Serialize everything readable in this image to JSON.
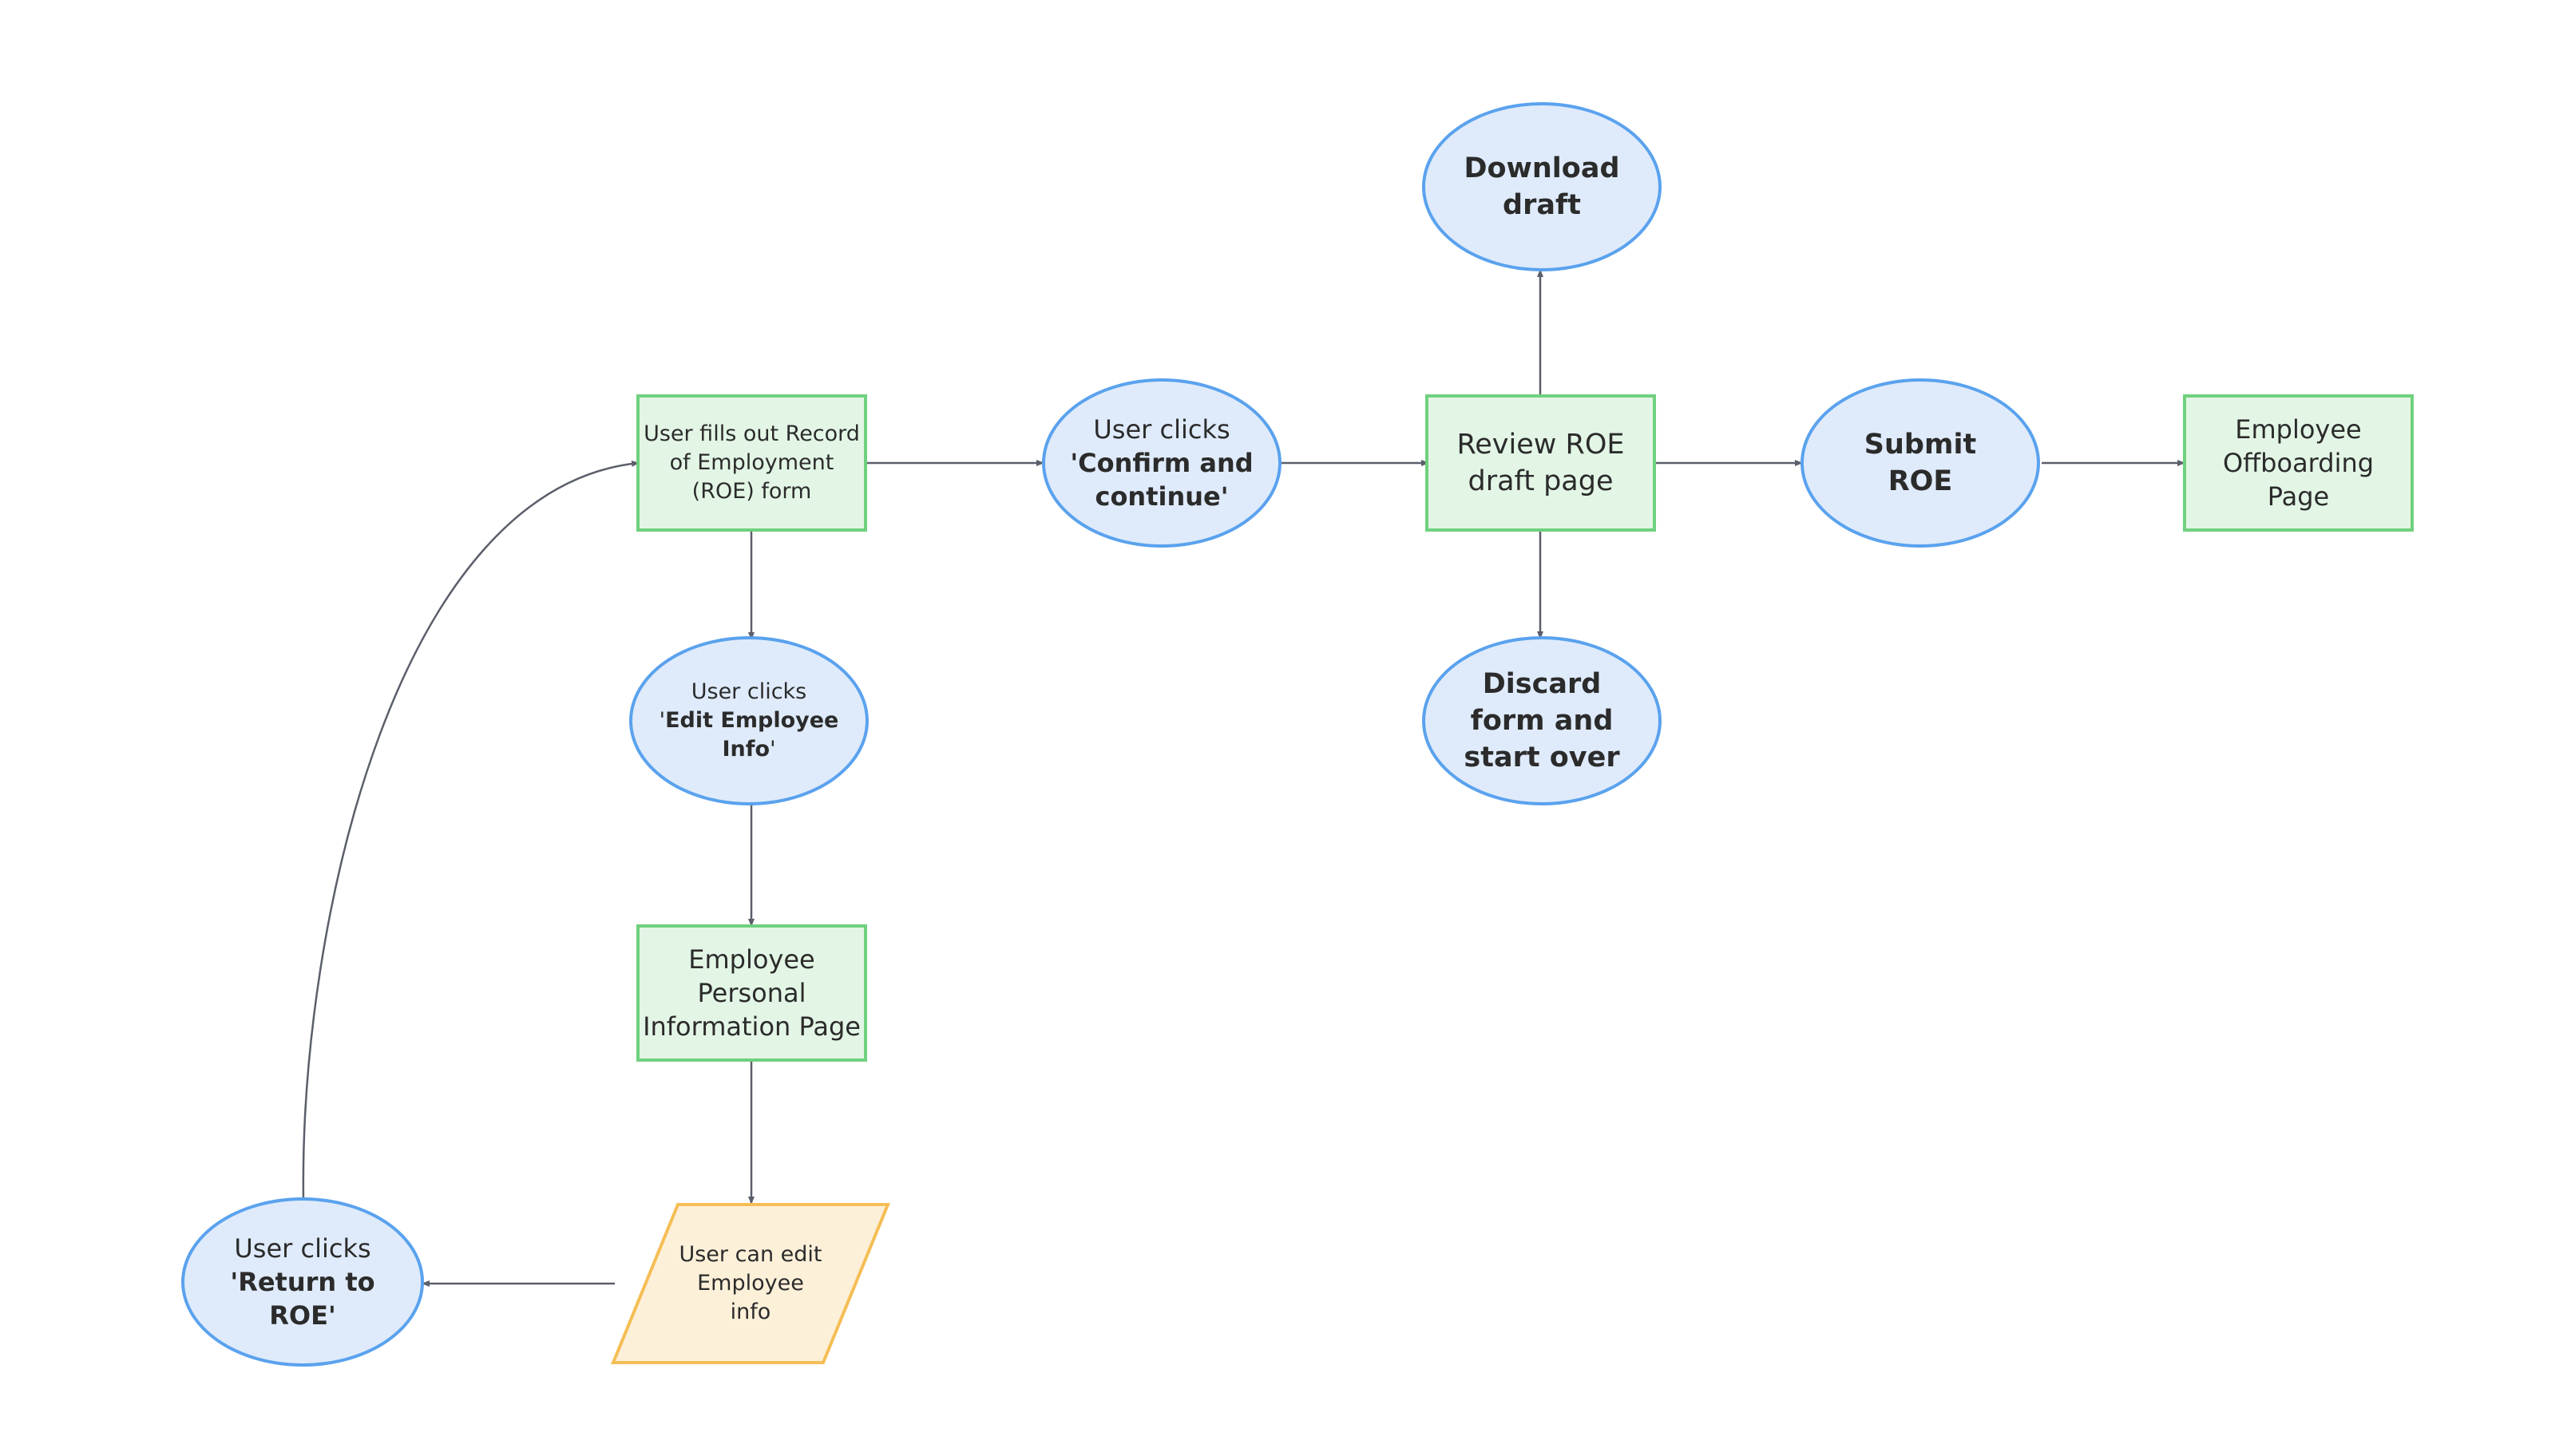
{
  "colors": {
    "rect_fill": "#e3f6e6",
    "rect_border": "#6fd17e",
    "ellipse_fill": "#dfebfb",
    "ellipse_border": "#5aa2ee",
    "parallelogram_fill": "#fdf0d9",
    "parallelogram_border": "#f5be55",
    "connector": "#5b5f6b"
  },
  "nodes": {
    "roe_form": {
      "lines": [
        "User fills out Record",
        "of Employment",
        "(ROE) form"
      ]
    },
    "confirm_continue": {
      "prefix": "User clicks",
      "bold_line1": "'Confirm and",
      "bold_line2": "continue'"
    },
    "review_draft": {
      "lines": [
        "Review ROE",
        "draft page"
      ]
    },
    "download_draft": {
      "lines": [
        "Download",
        "draft"
      ]
    },
    "submit_roe": {
      "lines": [
        "Submit",
        "ROE"
      ]
    },
    "offboarding_page": {
      "lines": [
        "Employee",
        "Offboarding",
        "Page"
      ]
    },
    "discard_form": {
      "lines": [
        "Discard",
        "form and",
        "start over"
      ]
    },
    "edit_employee_info": {
      "prefix": "User clicks",
      "bold_line1": "Edit Employee",
      "bold_line2": "Info",
      "quote_open": "'",
      "quote_close": "'"
    },
    "personal_info_page": {
      "lines": [
        "Employee",
        "Personal",
        "Information Page"
      ]
    },
    "can_edit_info": {
      "lines": [
        "User can edit",
        "Employee",
        "info"
      ]
    },
    "return_to_roe": {
      "prefix": "User clicks",
      "bold_line1": "'Return to",
      "bold_line2": "ROE'"
    }
  }
}
